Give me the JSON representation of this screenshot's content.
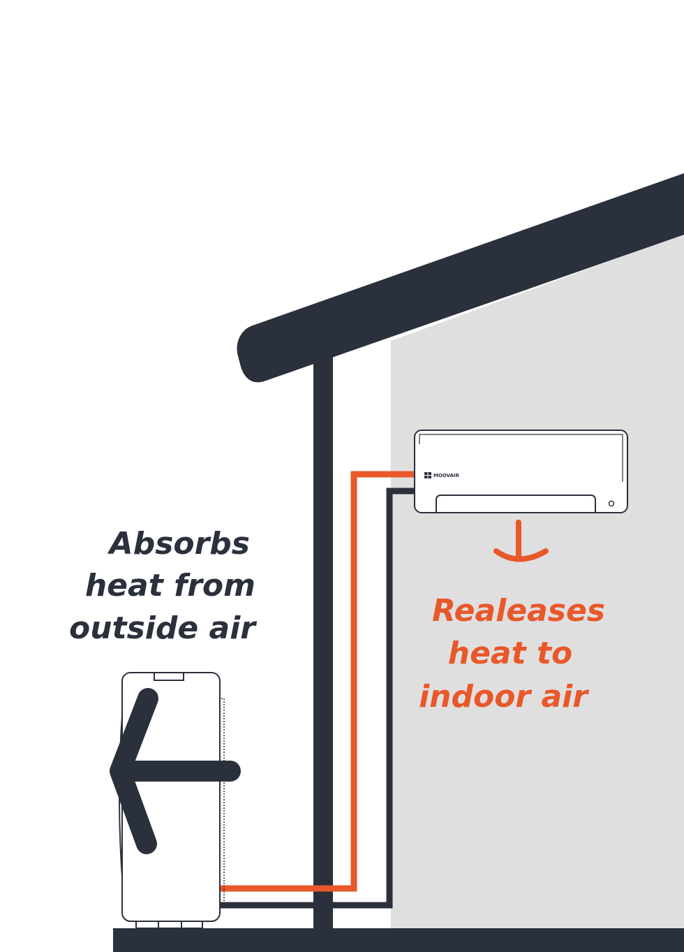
{
  "colors": {
    "dark": "#2a303c",
    "accent": "#e8582a",
    "interior": "#dfdfdf",
    "background": "#ffffff"
  },
  "outside_label": {
    "lines": [
      "Absorbs",
      "heat from",
      "outside air"
    ]
  },
  "inside_label": {
    "lines": [
      "Realeases",
      "heat to",
      "indoor air"
    ]
  },
  "indoor_unit": {
    "brand": "MOOVAIR",
    "brand_icon": "grid-logo-icon"
  },
  "icons": {
    "outdoor_arrow": "arrow-left-icon",
    "indoor_arrow": "arrow-down-icon"
  }
}
